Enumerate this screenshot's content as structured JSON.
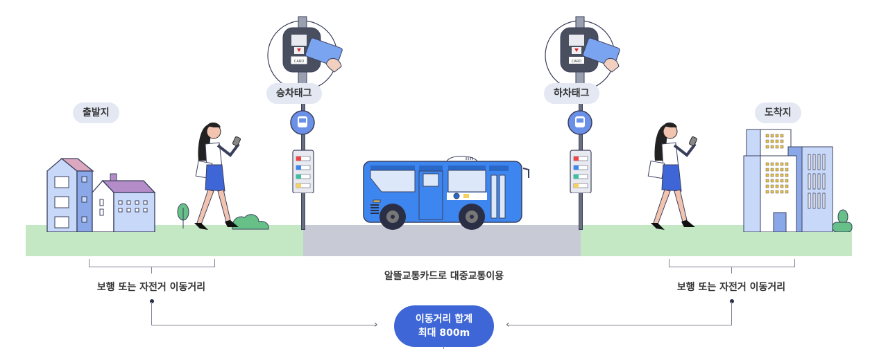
{
  "labels": {
    "origin": "출발지",
    "destination": "도착지",
    "board_tag": "승차태그",
    "alight_tag": "하차태그",
    "walk_left": "보행 또는 자전거 이동거리",
    "walk_right": "보행 또는 자전거 이동거리",
    "transit": "알뜰교통카드로 대중교통이용",
    "total_line1": "이동거리 합계",
    "total_line2": "최대 800m"
  },
  "reader": {
    "card_text": "CARD"
  },
  "colors": {
    "ground_green": "#c4e8c4",
    "road_gray": "#c8cbd6",
    "pill_bg": "#e3e8f3",
    "accent_blue": "#3e66d6",
    "bus_blue": "#3d86f0",
    "line_gray": "#7e8294"
  },
  "icons": {
    "bus_stop": "bus-stop-sign-icon",
    "card_reader": "card-reader-icon",
    "bus": "bus-icon",
    "walker": "walking-woman-icon",
    "house": "house-icon",
    "office": "office-building-icon",
    "tree": "tree-icon"
  }
}
